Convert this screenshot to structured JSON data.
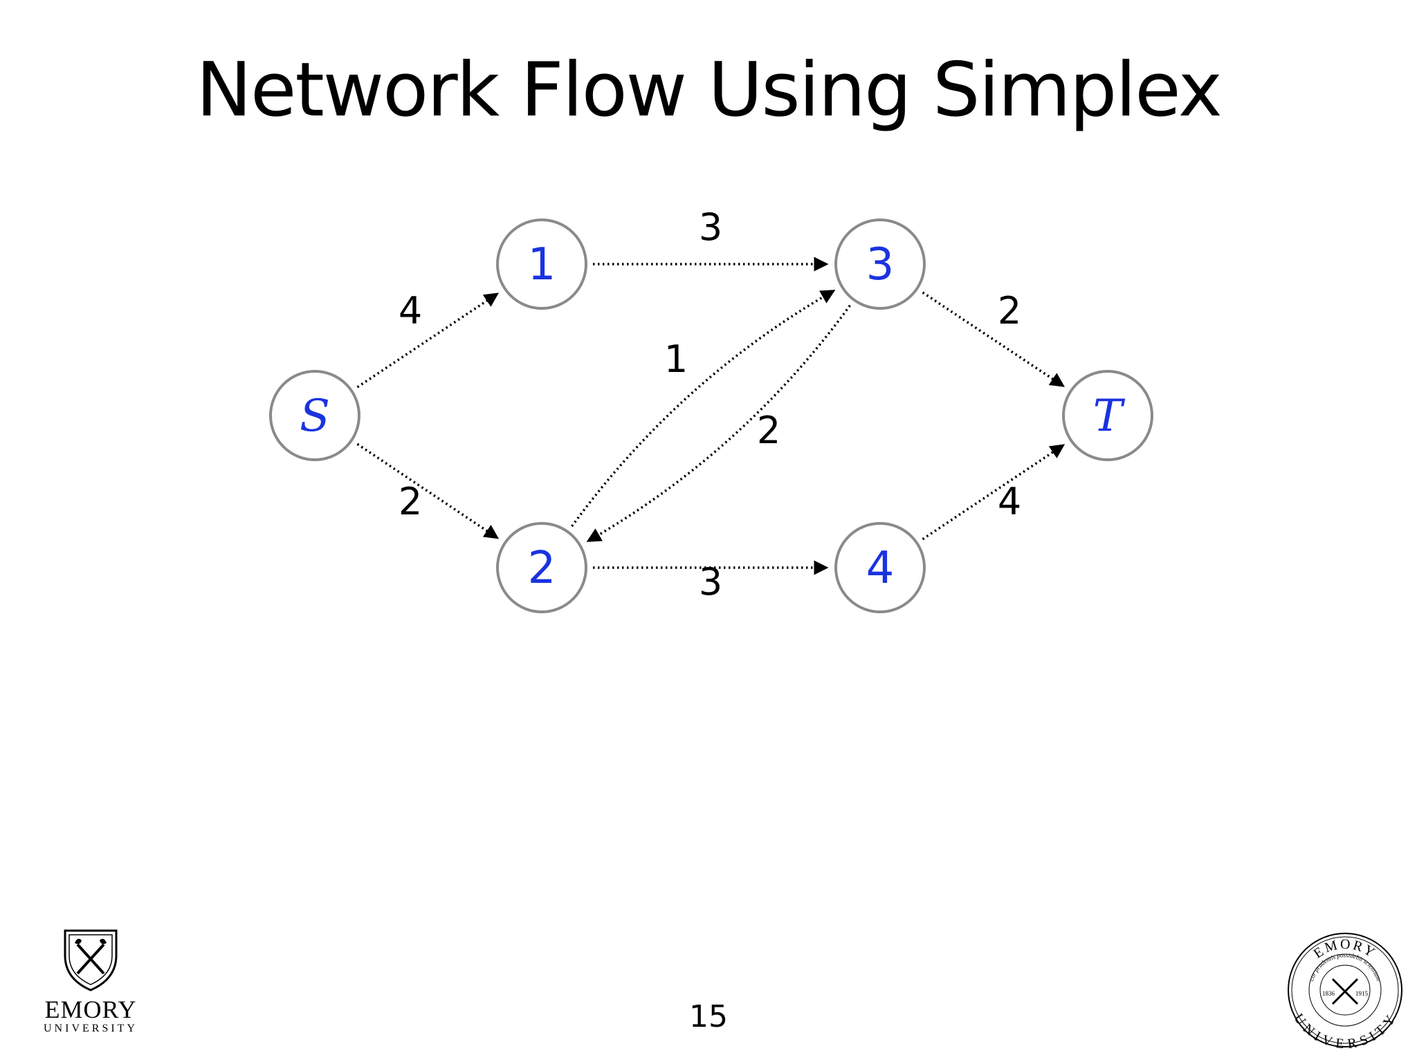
{
  "slide": {
    "title": "Network Flow Using Simplex",
    "page_number": "15"
  },
  "diagram": {
    "nodes": [
      {
        "id": "S",
        "label": "S",
        "italic": true
      },
      {
        "id": "1",
        "label": "1",
        "italic": false
      },
      {
        "id": "2",
        "label": "2",
        "italic": false
      },
      {
        "id": "3",
        "label": "3",
        "italic": false
      },
      {
        "id": "4",
        "label": "4",
        "italic": false
      },
      {
        "id": "T",
        "label": "T",
        "italic": true
      }
    ],
    "edges": [
      {
        "from": "S",
        "to": "1",
        "capacity": "4"
      },
      {
        "from": "S",
        "to": "2",
        "capacity": "2"
      },
      {
        "from": "1",
        "to": "3",
        "capacity": "3"
      },
      {
        "from": "3",
        "to": "2",
        "capacity": "1"
      },
      {
        "from": "2",
        "to": "3",
        "capacity": "2"
      },
      {
        "from": "2",
        "to": "4",
        "capacity": "3"
      },
      {
        "from": "3",
        "to": "T",
        "capacity": "2"
      },
      {
        "from": "4",
        "to": "T",
        "capacity": "4"
      }
    ],
    "colors": {
      "node_label": "#1a33e0",
      "node_border": "#8a8a8a",
      "edge": "#000000"
    }
  },
  "logos": {
    "left_wordmark": "EMORY",
    "left_subtitle": "UNIVERSITY",
    "seal_top": "EMORY",
    "seal_bottom": "UNIVERSITY",
    "seal_motto": "cor prudentis possidebit scientiam",
    "seal_year_left": "1836",
    "seal_year_right": "1915"
  },
  "icons": {
    "shield": "shield-torch-icon",
    "seal": "university-seal-icon"
  }
}
